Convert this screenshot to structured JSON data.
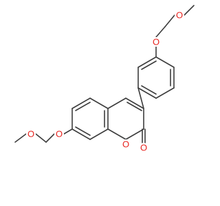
{
  "molecule": {
    "atom_labels": {
      "o_ring": "O",
      "o_carbonyl": "O",
      "o_ether_left": "O",
      "o_methoxy_left": "O",
      "o_ether_right": "O",
      "o_methoxy_right": "O"
    },
    "colors": {
      "bond": "#3c3c3c",
      "oxygen": "#e8231e",
      "background": "#ffffff"
    }
  }
}
